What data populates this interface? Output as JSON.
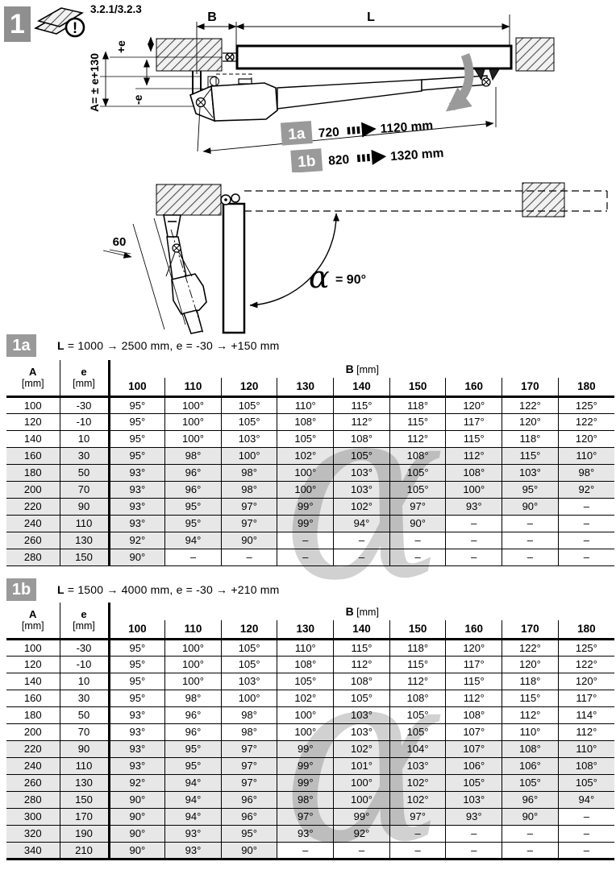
{
  "page": {
    "number_badge": "1",
    "manual_ref": "3.2.1/3.2.3",
    "warning_mark": "!"
  },
  "colors": {
    "badge_gray": "#8f8f8f",
    "section_badge_gray": "#9a9a9a",
    "row_shade": "#e7e7e7",
    "arrow_gray": "#9a9a9a"
  },
  "diagram_closed": {
    "dim_b_label": "B",
    "dim_l_label": "L",
    "dim_plus_e_label": "+e",
    "dim_a_label": "A= ± e+130",
    "dim_minus_e_label": "-e",
    "stroke_rows": [
      {
        "badge": "1a",
        "from": "720",
        "to": "1120 mm"
      },
      {
        "badge": "1b",
        "from": "820",
        "to": "1320 mm"
      }
    ]
  },
  "diagram_open": {
    "dim_60_label": "60",
    "alpha_symbol": "α",
    "angle_value": "= 90°"
  },
  "watermark_symbol": "α",
  "tables": [
    {
      "id": "1a",
      "badge": "1a",
      "range_bold": "L",
      "range_rest": "= 1000 → 2500 mm, e = -30 → +150 mm",
      "header": {
        "col_a": "A",
        "col_e": "e",
        "unit": "[mm]",
        "col_b": "B",
        "b_unit": "[mm]",
        "b_values": [
          "100",
          "110",
          "120",
          "130",
          "140",
          "150",
          "160",
          "170",
          "180"
        ]
      },
      "rows": [
        {
          "a": "100",
          "e": "-30",
          "shaded": false,
          "values": [
            "95°",
            "100°",
            "105°",
            "110°",
            "115°",
            "118°",
            "120°",
            "122°",
            "125°"
          ]
        },
        {
          "a": "120",
          "e": "-10",
          "shaded": false,
          "values": [
            "95°",
            "100°",
            "105°",
            "108°",
            "112°",
            "115°",
            "117°",
            "120°",
            "122°"
          ]
        },
        {
          "a": "140",
          "e": "10",
          "shaded": false,
          "values": [
            "95°",
            "100°",
            "103°",
            "105°",
            "108°",
            "112°",
            "115°",
            "118°",
            "120°"
          ]
        },
        {
          "a": "160",
          "e": "30",
          "shaded": true,
          "values": [
            "95°",
            "98°",
            "100°",
            "102°",
            "105°",
            "108°",
            "112°",
            "115°",
            "110°"
          ]
        },
        {
          "a": "180",
          "e": "50",
          "shaded": true,
          "values": [
            "93°",
            "96°",
            "98°",
            "100°",
            "103°",
            "105°",
            "108°",
            "103°",
            "98°"
          ]
        },
        {
          "a": "200",
          "e": "70",
          "shaded": true,
          "values": [
            "93°",
            "96°",
            "98°",
            "100°",
            "103°",
            "105°",
            "100°",
            "95°",
            "92°"
          ]
        },
        {
          "a": "220",
          "e": "90",
          "shaded": true,
          "values": [
            "93°",
            "95°",
            "97°",
            "99°",
            "102°",
            "97°",
            "93°",
            "90°",
            "–"
          ]
        },
        {
          "a": "240",
          "e": "110",
          "shaded": true,
          "values": [
            "93°",
            "95°",
            "97°",
            "99°",
            "94°",
            "90°",
            "–",
            "–",
            "–"
          ]
        },
        {
          "a": "260",
          "e": "130",
          "shaded": true,
          "values": [
            "92°",
            "94°",
            "90°",
            "–",
            "–",
            "–",
            "–",
            "–",
            "–"
          ]
        },
        {
          "a": "280",
          "e": "150",
          "shaded": true,
          "values": [
            "90°",
            "–",
            "–",
            "–",
            "–",
            "–",
            "–",
            "–",
            "–"
          ]
        }
      ]
    },
    {
      "id": "1b",
      "badge": "1b",
      "range_bold": "L",
      "range_rest": "= 1500 → 4000 mm, e = -30 → +210 mm",
      "header": {
        "col_a": "A",
        "col_e": "e",
        "unit": "[mm]",
        "col_b": "B",
        "b_unit": "[mm]",
        "b_values": [
          "100",
          "110",
          "120",
          "130",
          "140",
          "150",
          "160",
          "170",
          "180"
        ]
      },
      "rows": [
        {
          "a": "100",
          "e": "-30",
          "shaded": false,
          "values": [
            "95°",
            "100°",
            "105°",
            "110°",
            "115°",
            "118°",
            "120°",
            "122°",
            "125°"
          ]
        },
        {
          "a": "120",
          "e": "-10",
          "shaded": false,
          "values": [
            "95°",
            "100°",
            "105°",
            "108°",
            "112°",
            "115°",
            "117°",
            "120°",
            "122°"
          ]
        },
        {
          "a": "140",
          "e": "10",
          "shaded": false,
          "values": [
            "95°",
            "100°",
            "103°",
            "105°",
            "108°",
            "112°",
            "115°",
            "118°",
            "120°"
          ]
        },
        {
          "a": "160",
          "e": "30",
          "shaded": false,
          "values": [
            "95°",
            "98°",
            "100°",
            "102°",
            "105°",
            "108°",
            "112°",
            "115°",
            "117°"
          ]
        },
        {
          "a": "180",
          "e": "50",
          "shaded": false,
          "values": [
            "93°",
            "96°",
            "98°",
            "100°",
            "103°",
            "105°",
            "108°",
            "112°",
            "114°"
          ]
        },
        {
          "a": "200",
          "e": "70",
          "shaded": false,
          "values": [
            "93°",
            "96°",
            "98°",
            "100°",
            "103°",
            "105°",
            "107°",
            "110°",
            "112°"
          ]
        },
        {
          "a": "220",
          "e": "90",
          "shaded": true,
          "values": [
            "93°",
            "95°",
            "97°",
            "99°",
            "102°",
            "104°",
            "107°",
            "108°",
            "110°"
          ]
        },
        {
          "a": "240",
          "e": "110",
          "shaded": true,
          "values": [
            "93°",
            "95°",
            "97°",
            "99°",
            "101°",
            "103°",
            "106°",
            "106°",
            "108°"
          ]
        },
        {
          "a": "260",
          "e": "130",
          "shaded": true,
          "values": [
            "92°",
            "94°",
            "97°",
            "99°",
            "100°",
            "102°",
            "105°",
            "105°",
            "105°"
          ]
        },
        {
          "a": "280",
          "e": "150",
          "shaded": true,
          "values": [
            "90°",
            "94°",
            "96°",
            "98°",
            "100°",
            "102°",
            "103°",
            "96°",
            "94°"
          ]
        },
        {
          "a": "300",
          "e": "170",
          "shaded": true,
          "values": [
            "90°",
            "94°",
            "96°",
            "97°",
            "99°",
            "97°",
            "93°",
            "90°",
            "–"
          ]
        },
        {
          "a": "320",
          "e": "190",
          "shaded": true,
          "values": [
            "90°",
            "93°",
            "95°",
            "93°",
            "92°",
            "–",
            "–",
            "–",
            "–"
          ]
        },
        {
          "a": "340",
          "e": "210",
          "shaded": true,
          "values": [
            "90°",
            "93°",
            "90°",
            "–",
            "–",
            "–",
            "–",
            "–",
            "–"
          ]
        }
      ]
    }
  ]
}
